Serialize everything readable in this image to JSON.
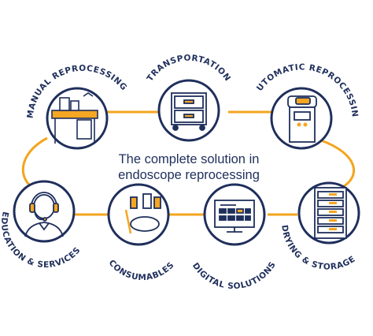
{
  "headline": {
    "line1": "The complete solution in",
    "line2": "endoscope reprocessing"
  },
  "stations": {
    "manual": {
      "label": "MANUAL REPROCESSING",
      "icon": "sink-workstation-icon"
    },
    "transport": {
      "label": "TRANSPORTATION",
      "icon": "transport-cart-icon"
    },
    "automatic": {
      "label": "AUTOMATIC REPROCESSING",
      "icon": "washer-disinfector-icon"
    },
    "education": {
      "label": "EDUCATION & SERVICES",
      "icon": "headset-person-icon"
    },
    "consumables": {
      "label": "CONSUMABLES",
      "icon": "detergent-brush-icon"
    },
    "digital": {
      "label": "DIGITAL SOLUTIONS",
      "icon": "monitor-dashboard-icon"
    },
    "drying": {
      "label": "DRYING & STORAGE",
      "icon": "storage-cabinet-icon"
    }
  },
  "colors": {
    "navy": "#1f2f5c",
    "accent": "#f5a623",
    "ring": "#f3a51e"
  }
}
